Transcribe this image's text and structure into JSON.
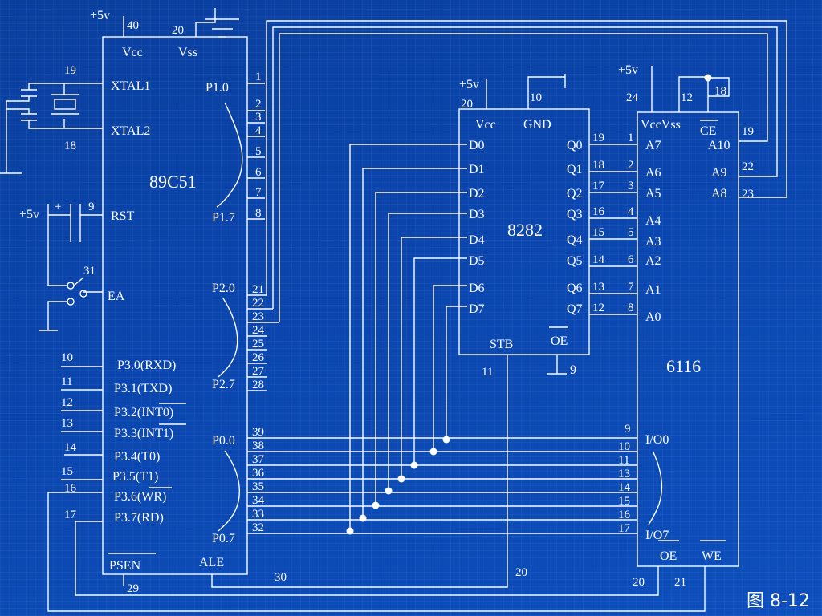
{
  "figure_caption": "图 8-12",
  "chip_89c51": {
    "name": "89C51",
    "vcc": "Vcc",
    "vss": "Vss",
    "vcc_pin": "40",
    "vss_pin": "20",
    "supply": "+5v",
    "xtal1": "XTAL1",
    "xtal2": "XTAL2",
    "xtal1_pin": "19",
    "xtal2_pin": "18",
    "rst": "RST",
    "rst_pin": "9",
    "rst_supply": "+5v",
    "cap_plus": "+",
    "ea": "EA",
    "ea_pin": "31",
    "p10": "P1.0",
    "p17": "P1.7",
    "p1_pins": [
      "1",
      "2",
      "3",
      "4",
      "5",
      "6",
      "7",
      "8"
    ],
    "p20": "P2.0",
    "p27": "P2.7",
    "p2_pins": [
      "21",
      "22",
      "23",
      "24",
      "25",
      "26",
      "27",
      "28"
    ],
    "p00": "P0.0",
    "p07": "P0.7",
    "p0_pins": [
      "39",
      "38",
      "37",
      "36",
      "35",
      "34",
      "33",
      "32"
    ],
    "p3_labels": [
      "P3.0(RXD)",
      "P3.1(TXD)",
      "P3.2(INT0)",
      "P3.3(INT1)",
      "P3.4(T0)",
      "P3.5(T1)",
      "P3.6(WR)",
      "P3.7(RD)"
    ],
    "p3_pins": [
      "10",
      "11",
      "12",
      "13",
      "14",
      "15",
      "16",
      "17"
    ],
    "psen": "PSEN",
    "psen_pin": "29",
    "ale": "ALE",
    "ale_pin": "30"
  },
  "chip_8282": {
    "name": "8282",
    "vcc": "Vcc",
    "gnd": "GND",
    "vcc_pin": "20",
    "gnd_pin": "10",
    "supply": "+5v",
    "d_labels": [
      "D0",
      "D1",
      "D2",
      "D3",
      "D4",
      "D5",
      "D6",
      "D7"
    ],
    "q_labels": [
      "Q0",
      "Q1",
      "Q2",
      "Q3",
      "Q4",
      "Q5",
      "Q6",
      "Q7"
    ],
    "q_pins": [
      "19",
      "18",
      "17",
      "16",
      "15",
      "14",
      "13",
      "12"
    ],
    "stb": "STB",
    "stb_pin": "11",
    "oe": "OE",
    "oe_pin": "9",
    "stb_wire_label": "20"
  },
  "chip_6116": {
    "name": "6116",
    "vcc_vss": "VccVss",
    "vcc_pin": "24",
    "vss_pin": "12",
    "supply": "+5v",
    "ce": "CE",
    "ce_pin": "18",
    "a10_pin": "19",
    "a_labels": [
      "A7",
      "A6",
      "A5",
      "A4",
      "A3",
      "A2",
      "A1",
      "A0"
    ],
    "a_pins": [
      "1",
      "2",
      "3",
      "4",
      "5",
      "6",
      "7",
      "8"
    ],
    "high_labels": [
      "A10",
      "A9",
      "A8"
    ],
    "high_pins": [
      "19",
      "22",
      "23"
    ],
    "io0": "I/O0",
    "io7": "I/O7",
    "io_pins": [
      "9",
      "10",
      "11",
      "13",
      "14",
      "15",
      "16",
      "17"
    ],
    "oe": "OE",
    "we": "WE",
    "oe_pin": "20",
    "we_pin": "21"
  }
}
